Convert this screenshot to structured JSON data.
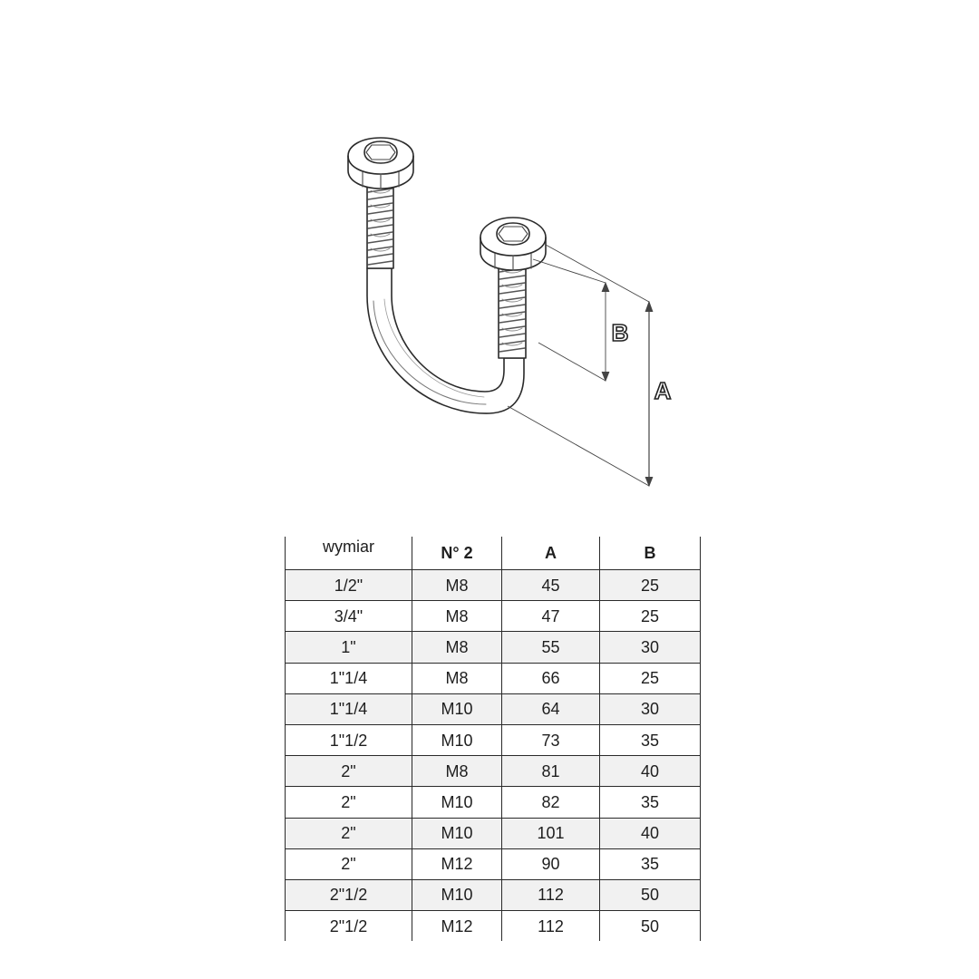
{
  "diagram": {
    "label_a": "A",
    "label_b": "B"
  },
  "table": {
    "headers": [
      "wymiar",
      "N° 2",
      "A",
      "B"
    ],
    "rows": [
      [
        "1/2\"",
        "M8",
        "45",
        "25"
      ],
      [
        "3/4\"",
        "M8",
        "47",
        "25"
      ],
      [
        "1\"",
        "M8",
        "55",
        "30"
      ],
      [
        "1\"1/4",
        "M8",
        "66",
        "25"
      ],
      [
        "1\"1/4",
        "M10",
        "64",
        "30"
      ],
      [
        "1\"1/2",
        "M10",
        "73",
        "35"
      ],
      [
        "2\"",
        "M8",
        "81",
        "40"
      ],
      [
        "2\"",
        "M10",
        "82",
        "35"
      ],
      [
        "2\"",
        "M10",
        "101",
        "40"
      ],
      [
        "2\"",
        "M12",
        "90",
        "35"
      ],
      [
        "2\"1/2",
        "M10",
        "112",
        "50"
      ],
      [
        "2\"1/2",
        "M12",
        "112",
        "50"
      ]
    ]
  }
}
